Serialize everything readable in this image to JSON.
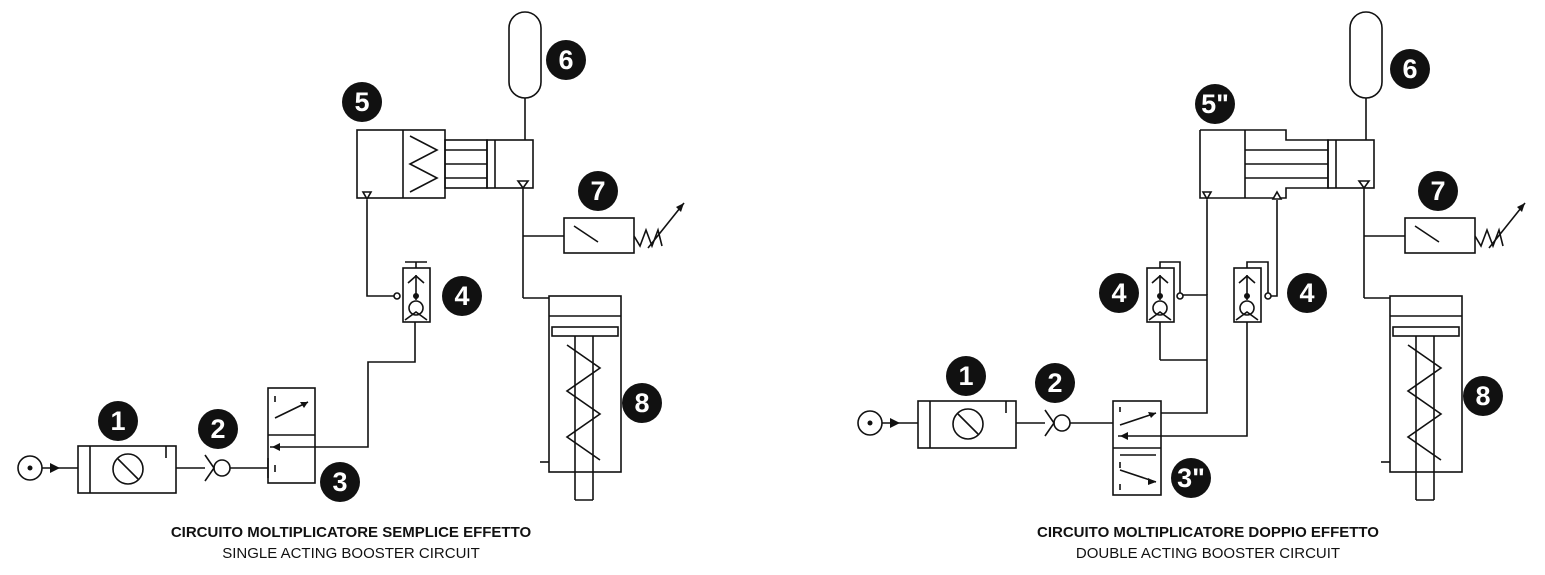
{
  "circuits": [
    {
      "id": "single",
      "title_it": "CIRCUITO MOLTIPLICATORE SEMPLICE EFFETTO",
      "title_en": "SINGLE ACTING BOOSTER CIRCUIT",
      "callouts": [
        "1",
        "2",
        "3",
        "4",
        "5",
        "6",
        "7",
        "8"
      ]
    },
    {
      "id": "double",
      "title_it": "CIRCUITO MOLTIPLICATORE DOPPIO EFFETTO",
      "title_en": "DOUBLE ACTING BOOSTER CIRCUIT",
      "callouts": [
        "1",
        "2",
        "3\"",
        "4",
        "4",
        "5\"",
        "6",
        "7",
        "8"
      ]
    }
  ],
  "colors": {
    "line": "#111111",
    "badge": "#111111",
    "badge_text": "#ffffff",
    "background": "#ffffff"
  }
}
